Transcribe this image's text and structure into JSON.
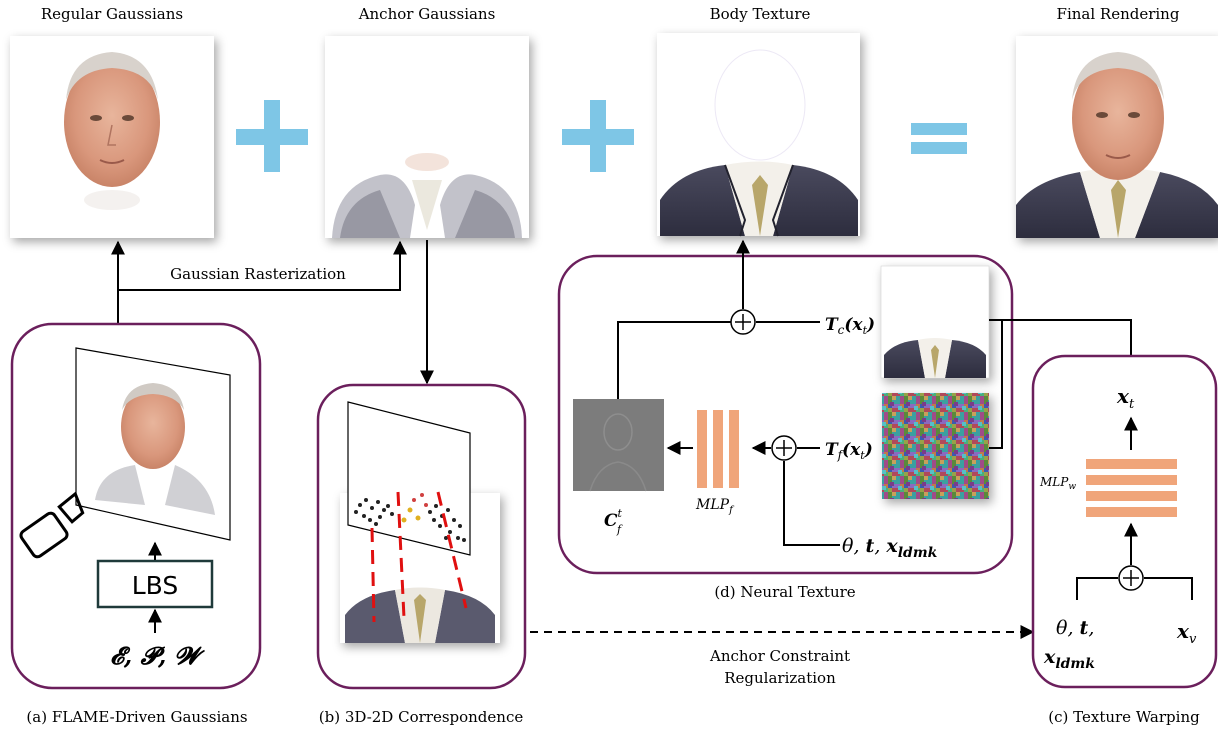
{
  "panels": {
    "regular_gaussians": "Regular Gaussians",
    "anchor_gaussians": "Anchor Gaussians",
    "body_texture": "Body Texture",
    "final_rendering": "Final Rendering"
  },
  "gaussian_rasterization": "Gaussian Rasterization",
  "lbs": "LBS",
  "flame_params": "𝓔, 𝓟, 𝓦",
  "captions": {
    "a": "(a) FLAME-Driven Gaussians",
    "b": "(b) 3D-2D Correspondence",
    "d": "(d) Neural Texture",
    "c": "(c) Texture Warping"
  },
  "anchor_constraint": {
    "line1": "Anchor Constraint",
    "line2": "Regularization"
  },
  "neural_texture": {
    "tc": "T",
    "tc_sub": "c",
    "tc_arg": "(x",
    "tc_arg_sub": "t",
    "tc_close": ")",
    "tf": "T",
    "tf_sub": "f",
    "tf_arg": "(x",
    "tf_arg_sub": "t",
    "tf_close": ")",
    "mlp_f": "MLP",
    "mlp_f_sub": "f",
    "cf": "C",
    "cf_sup": "t",
    "cf_sub": "f",
    "cond_theta": "θ, ",
    "cond_t": "t",
    "cond_comma": ", ",
    "cond_x": "x",
    "cond_x_sub": "ldmk"
  },
  "texture_warping": {
    "xt": "x",
    "xt_sub": "t",
    "mlp_w": "MLP",
    "mlp_w_sub": "w",
    "cond_theta": "θ, ",
    "cond_t": "t",
    "cond_comma": ",",
    "cond_x": "x",
    "cond_x_sub": "ldmk",
    "xv": "x",
    "xv_sub": "v"
  },
  "colors": {
    "purple_border": "#6b1f5c",
    "plus_blue": "#7ec6e6",
    "mlp_orange": "#f0a57a",
    "red_dash": "#e01010"
  }
}
